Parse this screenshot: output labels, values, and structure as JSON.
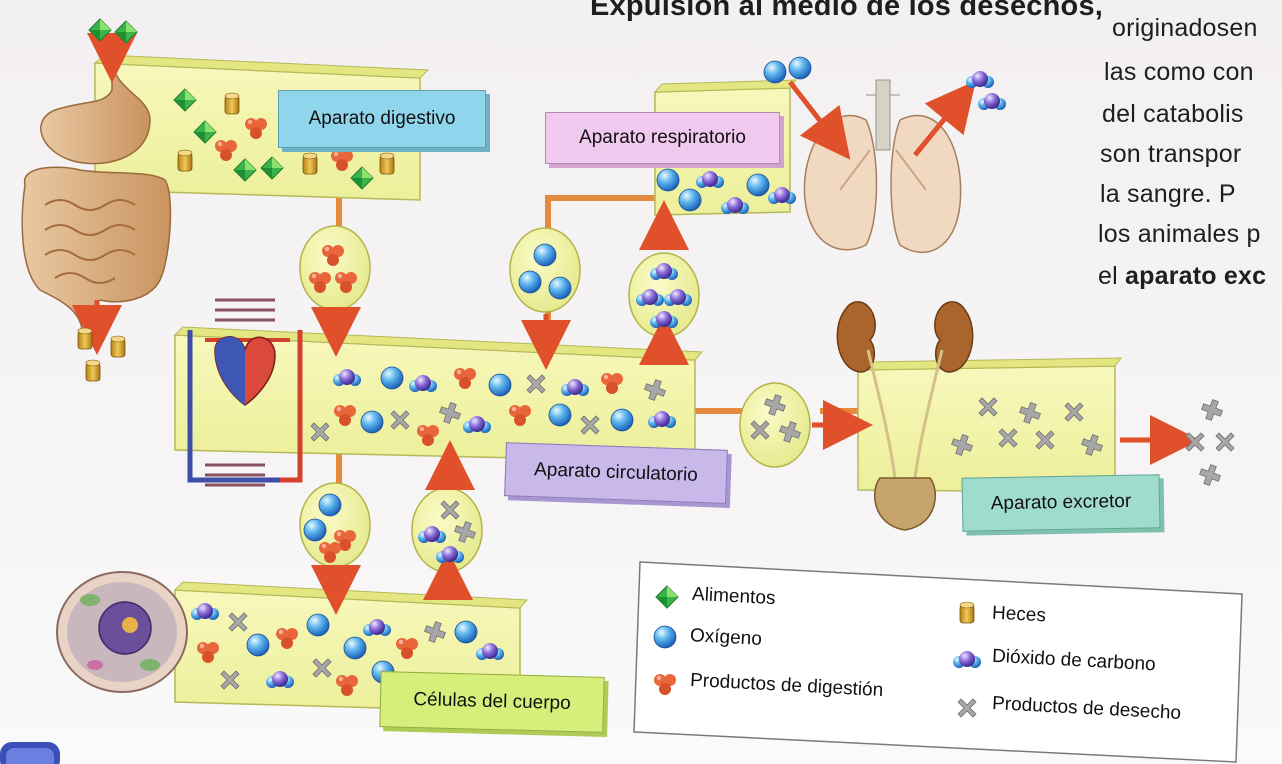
{
  "header_text": {
    "title_cut": "Expulsión al medio de los desechos,",
    "title_rest": "originadosen",
    "lines": [
      "las como con",
      "del catabolis",
      "son transpor",
      "la sangre. P",
      "los animales p"
    ],
    "last_line_plain": "el",
    "last_line_bold": "aparato exc"
  },
  "systems": {
    "digestive": "Aparato digestivo",
    "respiratory": "Aparato respiratorio",
    "circulatory": "Aparato circulatorio",
    "excretory": "Aparato excretor",
    "cells": "Células del cuerpo"
  },
  "legend": {
    "items": [
      {
        "symbol": "green-diamond",
        "label": "Alimentos"
      },
      {
        "symbol": "blue-sphere",
        "label": "Oxígeno"
      },
      {
        "symbol": "orange-blob",
        "label": "Productos de digestión"
      },
      {
        "symbol": "brown-cylinder",
        "label": "Heces"
      },
      {
        "symbol": "purple-molecule",
        "label": "Dióxido de carbono"
      },
      {
        "symbol": "gray-cross",
        "label": "Productos de desecho"
      }
    ]
  },
  "colors": {
    "panel": "#f1f3a6",
    "digestive_tag": "#8fd6ec",
    "respiratory_tag": "#f2c9ee",
    "circulatory_tag": "#c9b8ea",
    "excretory_tag": "#9fdccc",
    "cells_tag": "#d6ef7a",
    "arrow": "#e2572a",
    "pipe": "#e27a2f"
  }
}
